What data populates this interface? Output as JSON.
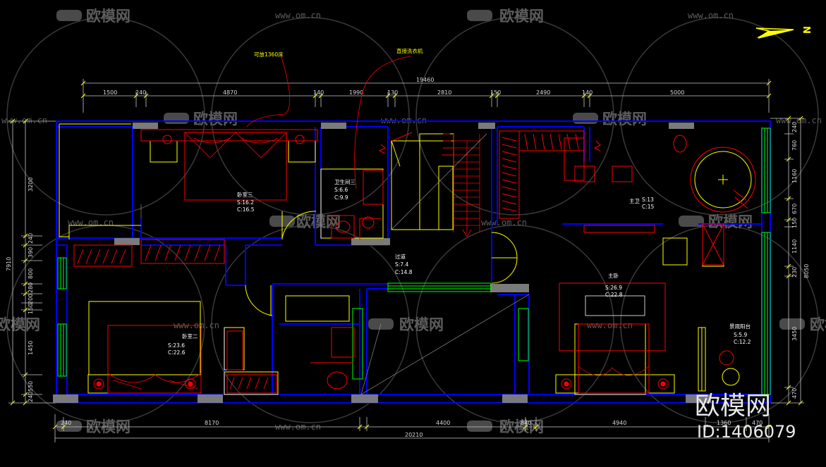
{
  "watermark": {
    "brand": "欧模网",
    "url": "www.om.cn"
  },
  "brand_mark": {
    "name": "欧模网",
    "id": "ID:1406079"
  },
  "north_label": "N",
  "notes": {
    "bed_note": "可放1360床",
    "washer_note": "直接洗衣机"
  },
  "dims_top": {
    "total": "19460",
    "segments": [
      "1500",
      "240",
      "4870",
      "140",
      "1990",
      "130",
      "2810",
      "150",
      "2490",
      "140",
      "5000"
    ]
  },
  "dims_bottom": {
    "total": "20210",
    "segments": [
      "240",
      "8170",
      "4400",
      "840",
      "4940",
      "1360",
      "470"
    ]
  },
  "dims_left": {
    "total": "7910",
    "segments": [
      "3200",
      "240",
      "390",
      "800",
      "280",
      "200",
      "150",
      "1450",
      "550",
      "240"
    ]
  },
  "dims_right": {
    "total": "8050",
    "segments": [
      "240",
      "760",
      "1160",
      "670",
      "150",
      "1140",
      "230",
      "3450",
      "470"
    ]
  },
  "rooms": {
    "bedroom3": {
      "name": "卧室三",
      "s": "S:16.2",
      "c": "C:16.5"
    },
    "bath2": {
      "name": "卫生间三",
      "s": "S:6.6",
      "c": "C:9.9"
    },
    "hall": {
      "name": "过道",
      "s": "S:7.4",
      "c": "C:14.8"
    },
    "master_bath": {
      "name": "主卫",
      "s": "S:13",
      "c": "C:15"
    },
    "bedroom2": {
      "name": "卧室二",
      "s": "S:23.6",
      "c": "C:22.6"
    },
    "master": {
      "name": "主卧",
      "s": "S:26.9",
      "c": "C:22.8"
    },
    "balcony": {
      "name": "景观阳台",
      "s": "S:5.9",
      "c": "C:12.2"
    }
  },
  "colors": {
    "wall": "#0000ff",
    "furniture": "#ff0000",
    "outline": "#ffff00",
    "window": "#00ff00",
    "dimension": "#d8d8d8",
    "column": "#7a7a7a",
    "watermark": "#5c5c5c",
    "background": "#000000"
  }
}
